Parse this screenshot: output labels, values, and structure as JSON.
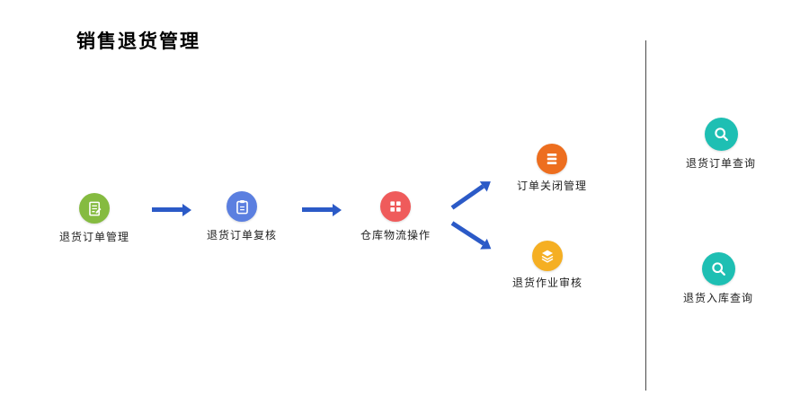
{
  "title": "销售退货管理",
  "flow": {
    "nodes": [
      {
        "label": "退货订单管理",
        "color": "#85BB40",
        "icon": "edit-document-icon"
      },
      {
        "label": "退货订单复核",
        "color": "#5B7FE0",
        "icon": "clipboard-icon"
      },
      {
        "label": "仓库物流操作",
        "color": "#EF5B5B",
        "icon": "grid-icon"
      },
      {
        "label": "订单关闭管理",
        "color": "#ED6E1F",
        "icon": "stack-icon"
      },
      {
        "label": "退货作业审核",
        "color": "#F5AF23",
        "icon": "layers-icon"
      }
    ]
  },
  "queries": {
    "items": [
      {
        "label": "退货订单查询",
        "color": "#1EBFB3",
        "icon": "search-icon"
      },
      {
        "label": "退货入库查询",
        "color": "#1EBFB3",
        "icon": "search-icon"
      }
    ]
  },
  "colors": {
    "arrow": "#2B5AC7",
    "divider": "#4A4A4A"
  }
}
